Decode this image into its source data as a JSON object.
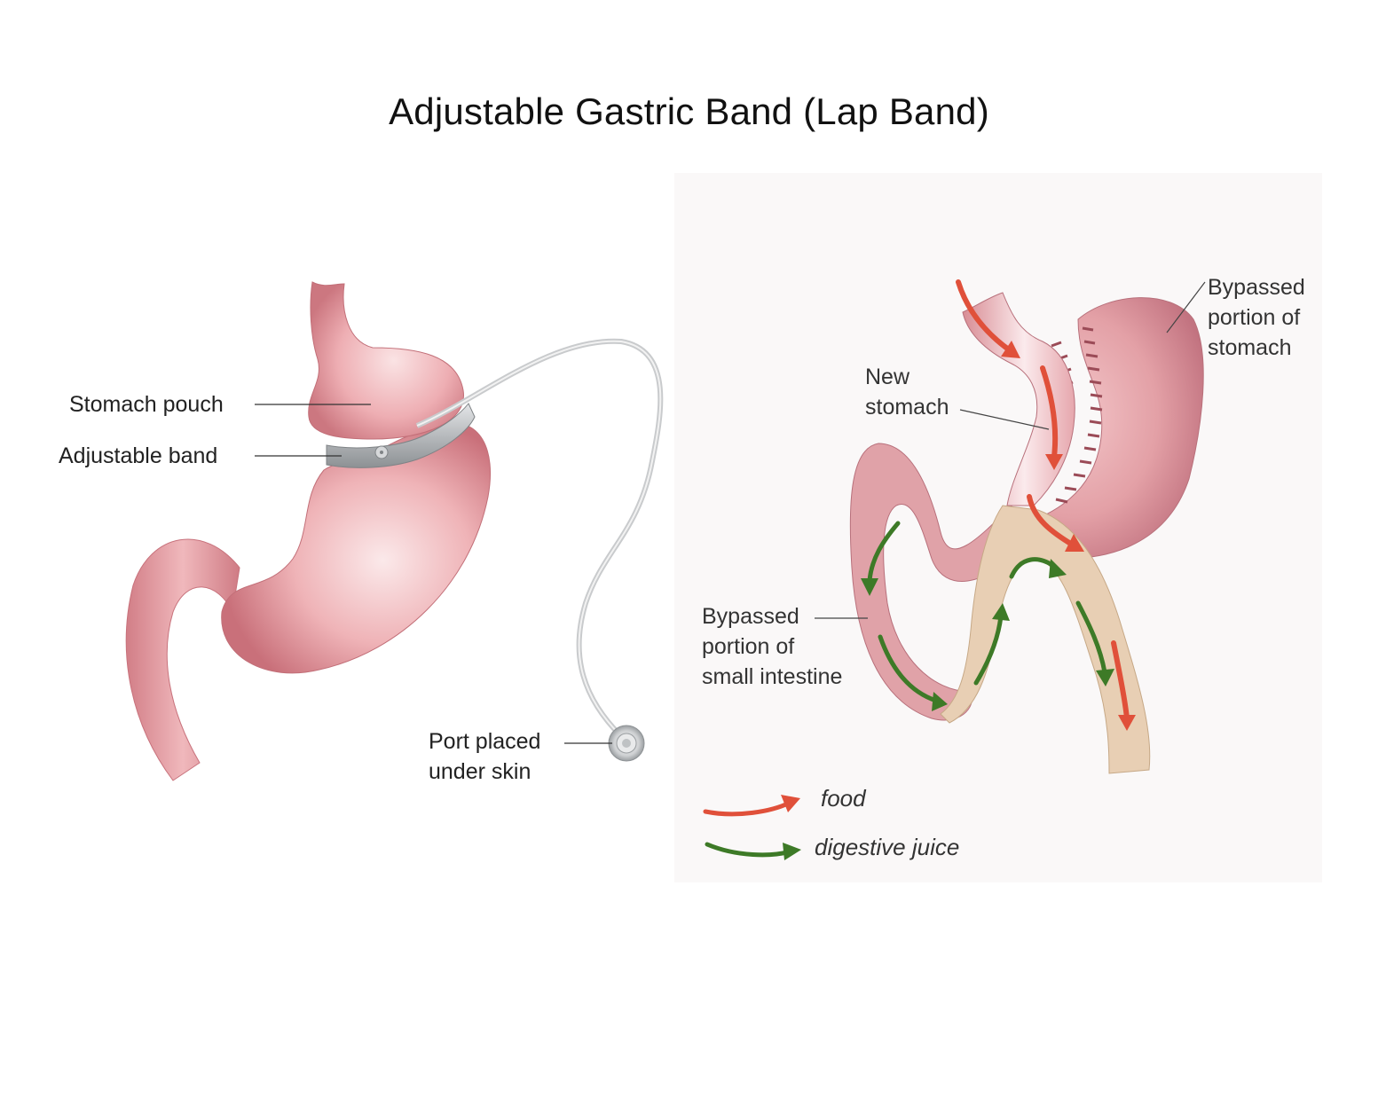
{
  "title": "Adjustable Gastric Band (Lap Band)",
  "left_panel": {
    "labels": {
      "stomach_pouch": "Stomach pouch",
      "adjustable_band": "Adjustable band",
      "port_line1": "Port placed",
      "port_line2": "under skin"
    }
  },
  "right_panel": {
    "labels": {
      "bypassed_stomach_line1": "Bypassed",
      "bypassed_stomach_line2": "portion of",
      "bypassed_stomach_line3": "stomach",
      "new_stomach_line1": "New",
      "new_stomach_line2": "stomach",
      "bypassed_intestine_line1": "Bypassed",
      "bypassed_intestine_line2": "portion of",
      "bypassed_intestine_line3": "small intestine"
    },
    "legend": {
      "food": "food",
      "digestive_juice": "digestive juice"
    }
  },
  "colors": {
    "stomach": "#e8a4a8",
    "stomach_dark": "#c9707a",
    "band": "#b9bcbf",
    "intestine_bypass": "#d8a3a8",
    "intestine_roux": "#e4c9ae",
    "food_arrow": "#e0503a",
    "juice_arrow": "#3d7a27",
    "direction_arrow": "#111111"
  }
}
